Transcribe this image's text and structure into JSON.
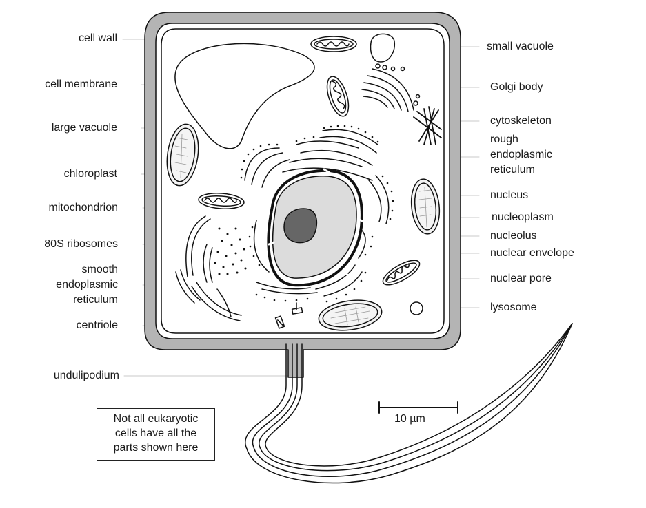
{
  "diagram": {
    "left_labels": {
      "cell_wall": "cell wall",
      "cell_membrane": "cell membrane",
      "large_vacuole": "large vacuole",
      "chloroplast": "chloroplast",
      "mitochondrion": "mitochondrion",
      "ribosomes": "80S ribosomes",
      "smooth_er_1": "smooth",
      "smooth_er_2": "endoplasmic",
      "smooth_er_3": "reticulum",
      "centriole": "centriole",
      "undulipodium": "undulipodium"
    },
    "right_labels": {
      "small_vacuole": "small vacuole",
      "golgi_body": "Golgi body",
      "cytoskeleton": "cytoskeleton",
      "rough_er_1": "rough",
      "rough_er_2": "endoplasmic",
      "rough_er_3": "reticulum",
      "nucleus": "nucleus",
      "nucleoplasm": "nucleoplasm",
      "nucleolus": "nucleolus",
      "nuclear_envelope": "nuclear envelope",
      "nuclear_pore": "nuclear pore",
      "lysosome": "lysosome"
    },
    "scale_bar": "10 µm",
    "note": {
      "line1": "Not all eukaryotic",
      "line2": "cells have all the",
      "line3": "parts shown here"
    },
    "colors": {
      "wall": "#b4b4b4",
      "nucleoplasm": "#dcdcdc",
      "nucleolus": "#666666",
      "outline": "#111111",
      "leader": "#c8c8c8"
    }
  }
}
